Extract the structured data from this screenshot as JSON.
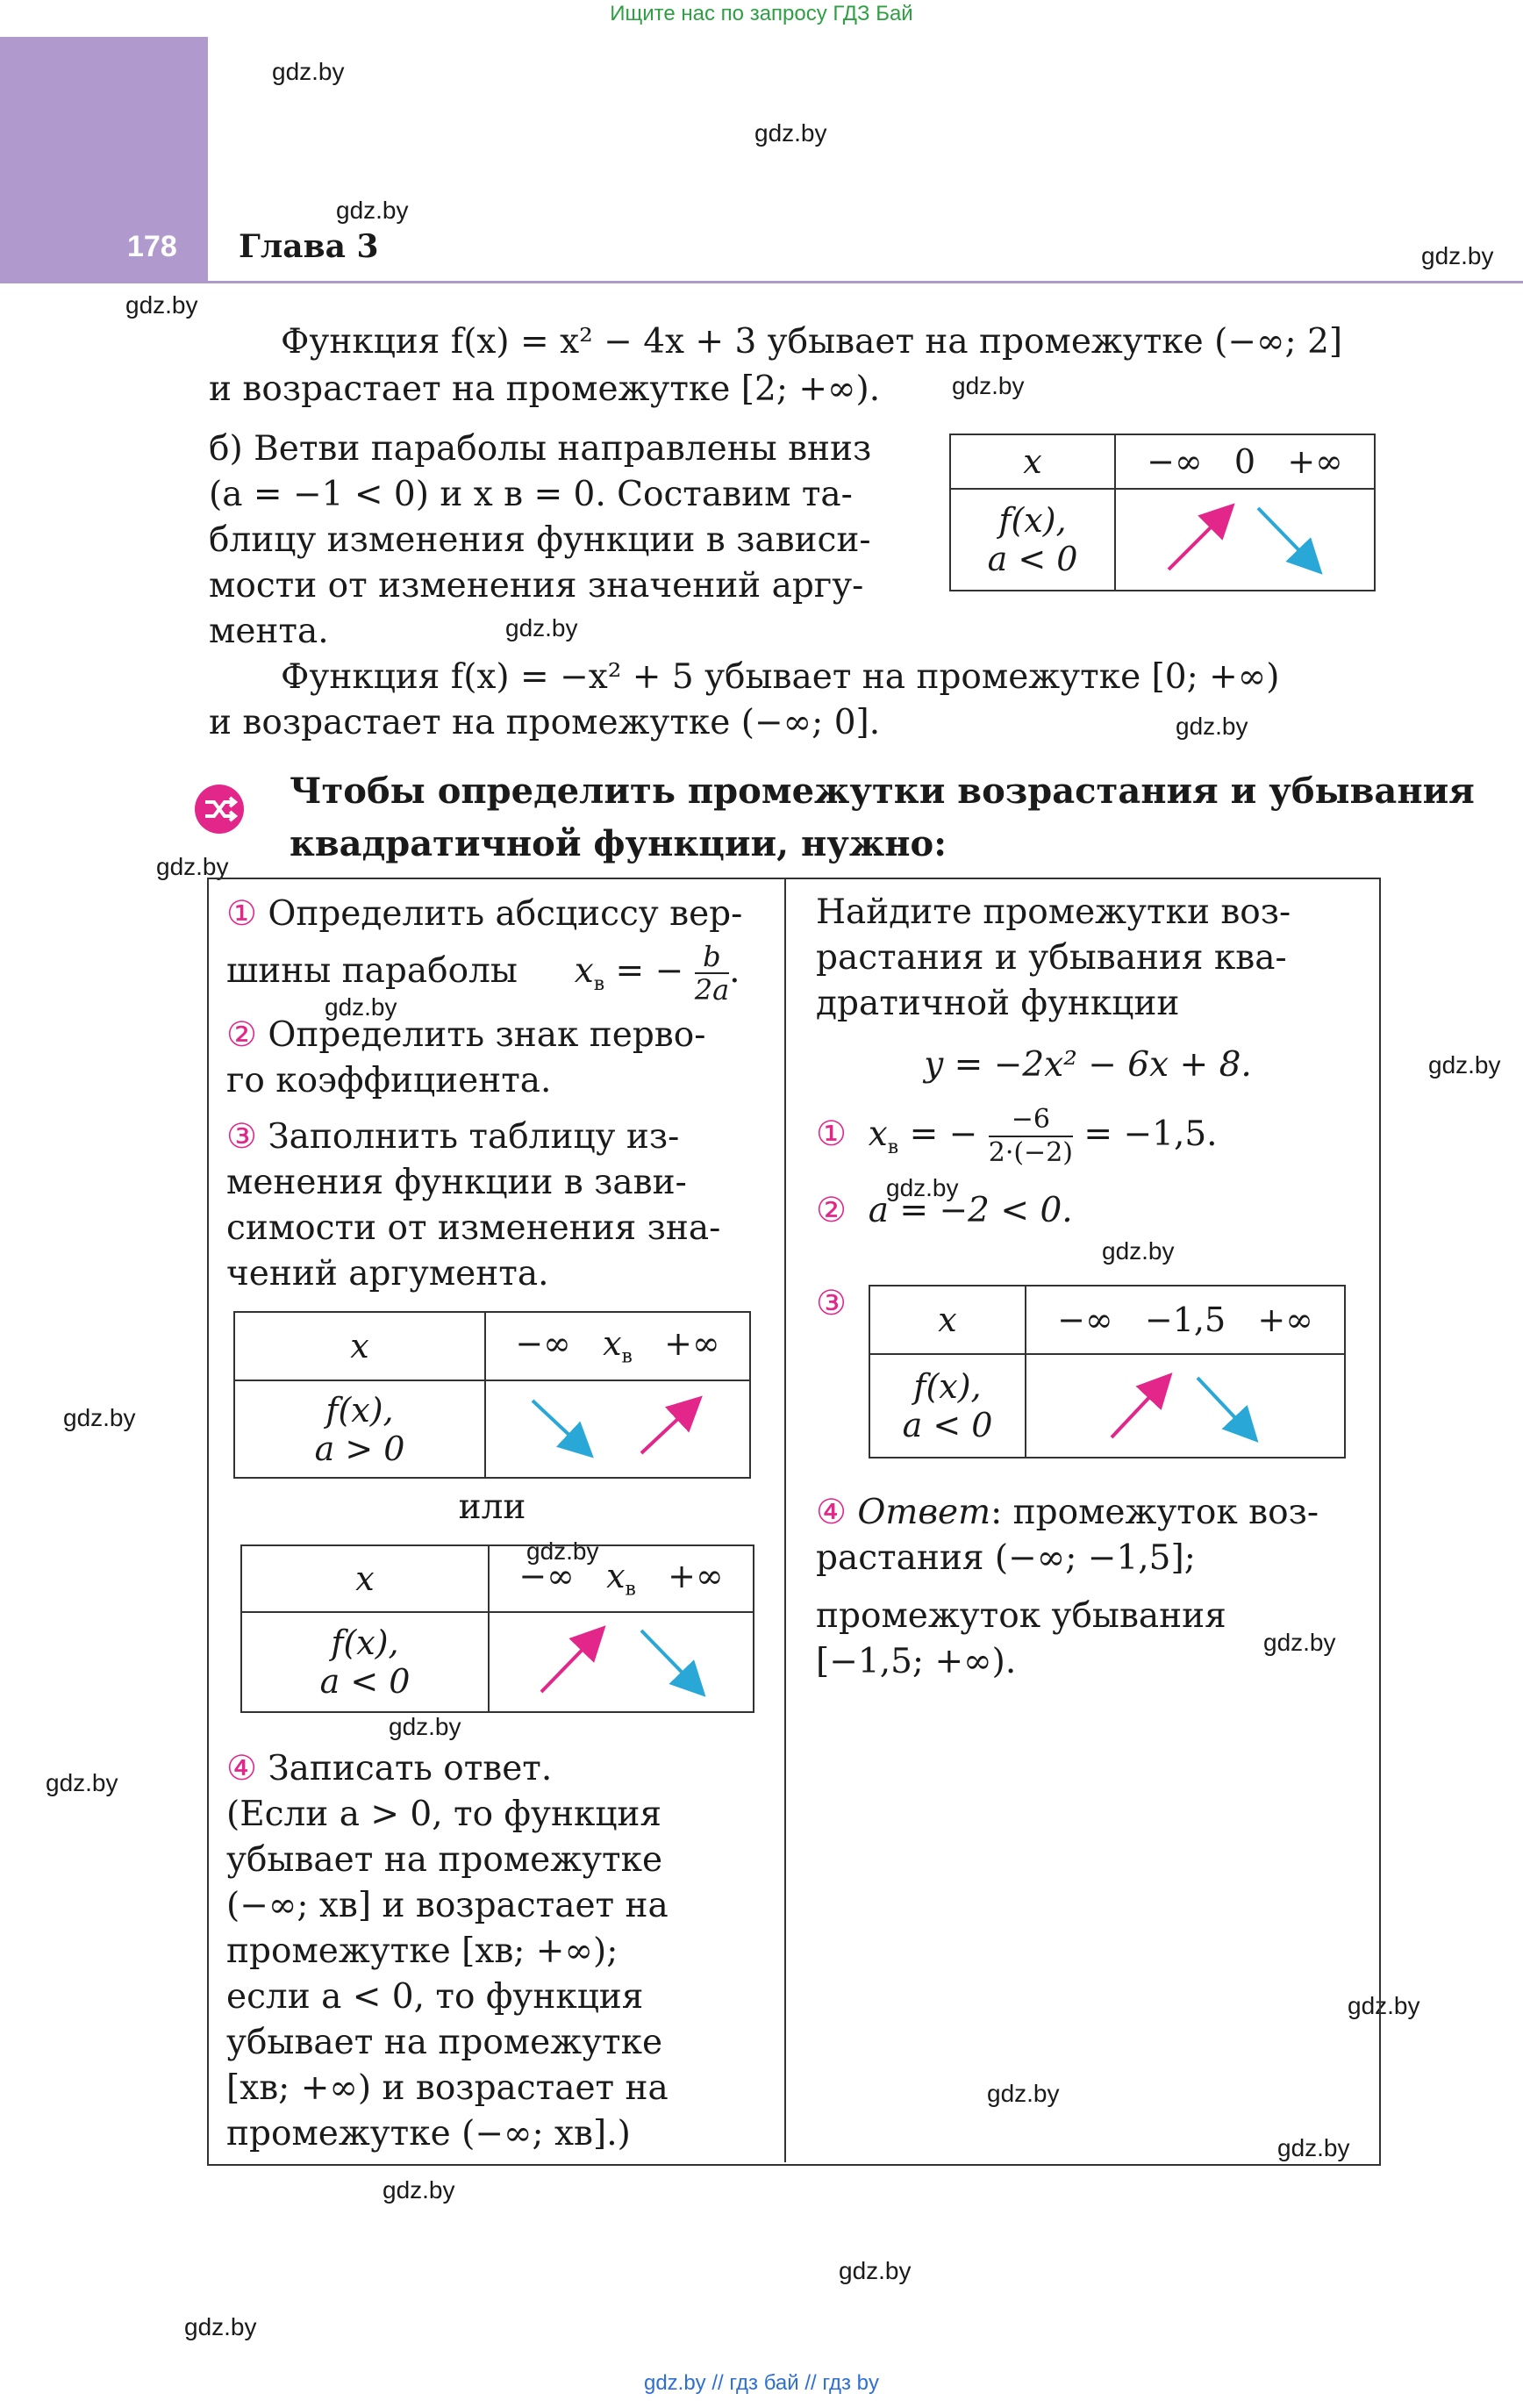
{
  "banner_top": "Ищите нас по запросу ГДЗ Бай",
  "banner_bottom": "gdz.by // гдз бай // гдз by",
  "header": {
    "page_number": "178",
    "chapter": "Глава 3"
  },
  "watermark": "gdz.by",
  "intro": {
    "line1": "Функция f(x) = x² − 4x + 3 убывает на промежутке (−∞; 2]",
    "line2": "и возрастает на промежутке [2; +∞)."
  },
  "part_b": {
    "lines": [
      "б) Ветви параболы направлены вниз",
      "(a = −1 < 0) и x в = 0. Составим та-",
      "блицу изменения функции в зависи-",
      "мости от изменения значений аргу-",
      "мента."
    ],
    "table": {
      "x_label": "x",
      "x_values": "−∞   0   +∞",
      "f_label_1": "f(x),",
      "f_label_2": "a < 0"
    }
  },
  "conclusion": {
    "line1": "Функция f(x) = −x² + 5 убывает на промежутке [0; +∞)",
    "line2": "и возрастает на промежутке (−∞; 0]."
  },
  "rule": {
    "line1": "Чтобы определить промежутки возрастания и убывания",
    "line2": "квадратичной функции, нужно:"
  },
  "left_column": {
    "step1_line1": "Определить абсциссу вер-",
    "step1_line2": "шины параболы",
    "step1_formula_lhs": "x",
    "step1_formula_sub": "в",
    "step1_formula_eq": "= −",
    "step1_frac_num": "b",
    "step1_frac_den": "2a",
    "step1_dot": ".",
    "step2_line1": "Определить знак перво-",
    "step2_line2": "го коэффициента.",
    "step3_lines": [
      "Заполнить таблицу из-",
      "менения функции в зави-",
      "симости от изменения зна-",
      "чений аргумента."
    ],
    "table1": {
      "x_label": "x",
      "x_left": "−∞",
      "x_mid": "x",
      "x_sub": "в",
      "x_right": "+∞",
      "f_label_1": "f(x),",
      "f_label_2": "a > 0"
    },
    "or_text": "или",
    "table2": {
      "x_label": "x",
      "x_left": "−∞",
      "x_mid": "x",
      "x_sub": "в",
      "x_right": "+∞",
      "f_label_1": "f(x),",
      "f_label_2": "a < 0"
    },
    "step4_title": "Записать ответ.",
    "step4_lines": [
      "(Если a > 0, то функция",
      "убывает на промежутке",
      "(−∞; xв] и возрастает на",
      "промежутке [xв; +∞);",
      "если a < 0, то функция",
      "убывает на промежутке",
      "[xв; +∞) и возрастает на",
      "промежутке (−∞; xв].)"
    ]
  },
  "right_column": {
    "task_lines": [
      "Найдите промежутки воз-",
      "растания и убывания ква-",
      "дратичной функции"
    ],
    "task_formula": "y = −2x² − 6x + 8.",
    "step1_lhs": "x",
    "step1_sub": "в",
    "step1_eq": "= −",
    "step1_frac_num": "−6",
    "step1_frac_den": "2·(−2)",
    "step1_result": "= −1,5.",
    "step2": "a = −2 < 0.",
    "table": {
      "x_label": "x",
      "x_values": "−∞   −1,5   +∞",
      "f_label_1": "f(x),",
      "f_label_2": "a < 0"
    },
    "step4_answer_word": "Ответ",
    "step4_line1_rest": ": промежуток воз-",
    "step4_line2": "растания (−∞; −1,5];",
    "step4_line3": "промежуток убывания",
    "step4_line4": "[−1,5; +∞)."
  },
  "step_numbers": [
    "①",
    "②",
    "③",
    "④"
  ],
  "colors": {
    "accent_purple": "#b09acd",
    "magenta": "#e3268a",
    "cyan": "#29a8d8"
  }
}
